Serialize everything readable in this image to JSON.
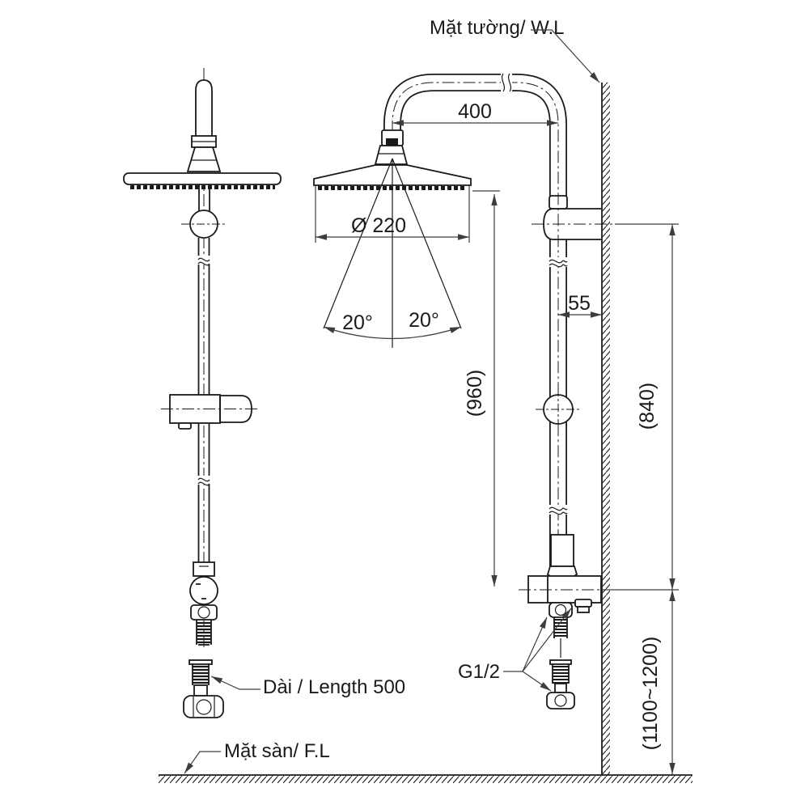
{
  "drawing": {
    "labels": {
      "wall_line": "Mặt tường/ W.L",
      "floor_line": "Mặt sàn/ F.L",
      "hose_length": "Dài / Length 500",
      "thread_size": "G1/2"
    },
    "dimensions": {
      "arm_to_wall": "400",
      "head_diameter": "Ø 220",
      "spray_angle_left": "20°",
      "spray_angle_right": "20°",
      "head_to_outlet": "(960)",
      "pipe_to_wall": "55",
      "bracket_to_outlet": "(840)",
      "outlet_to_floor": "(1100~1200)"
    },
    "colors": {
      "line": "#1a1a1a",
      "dimension": "#3d3d3d",
      "background": "#ffffff"
    }
  }
}
